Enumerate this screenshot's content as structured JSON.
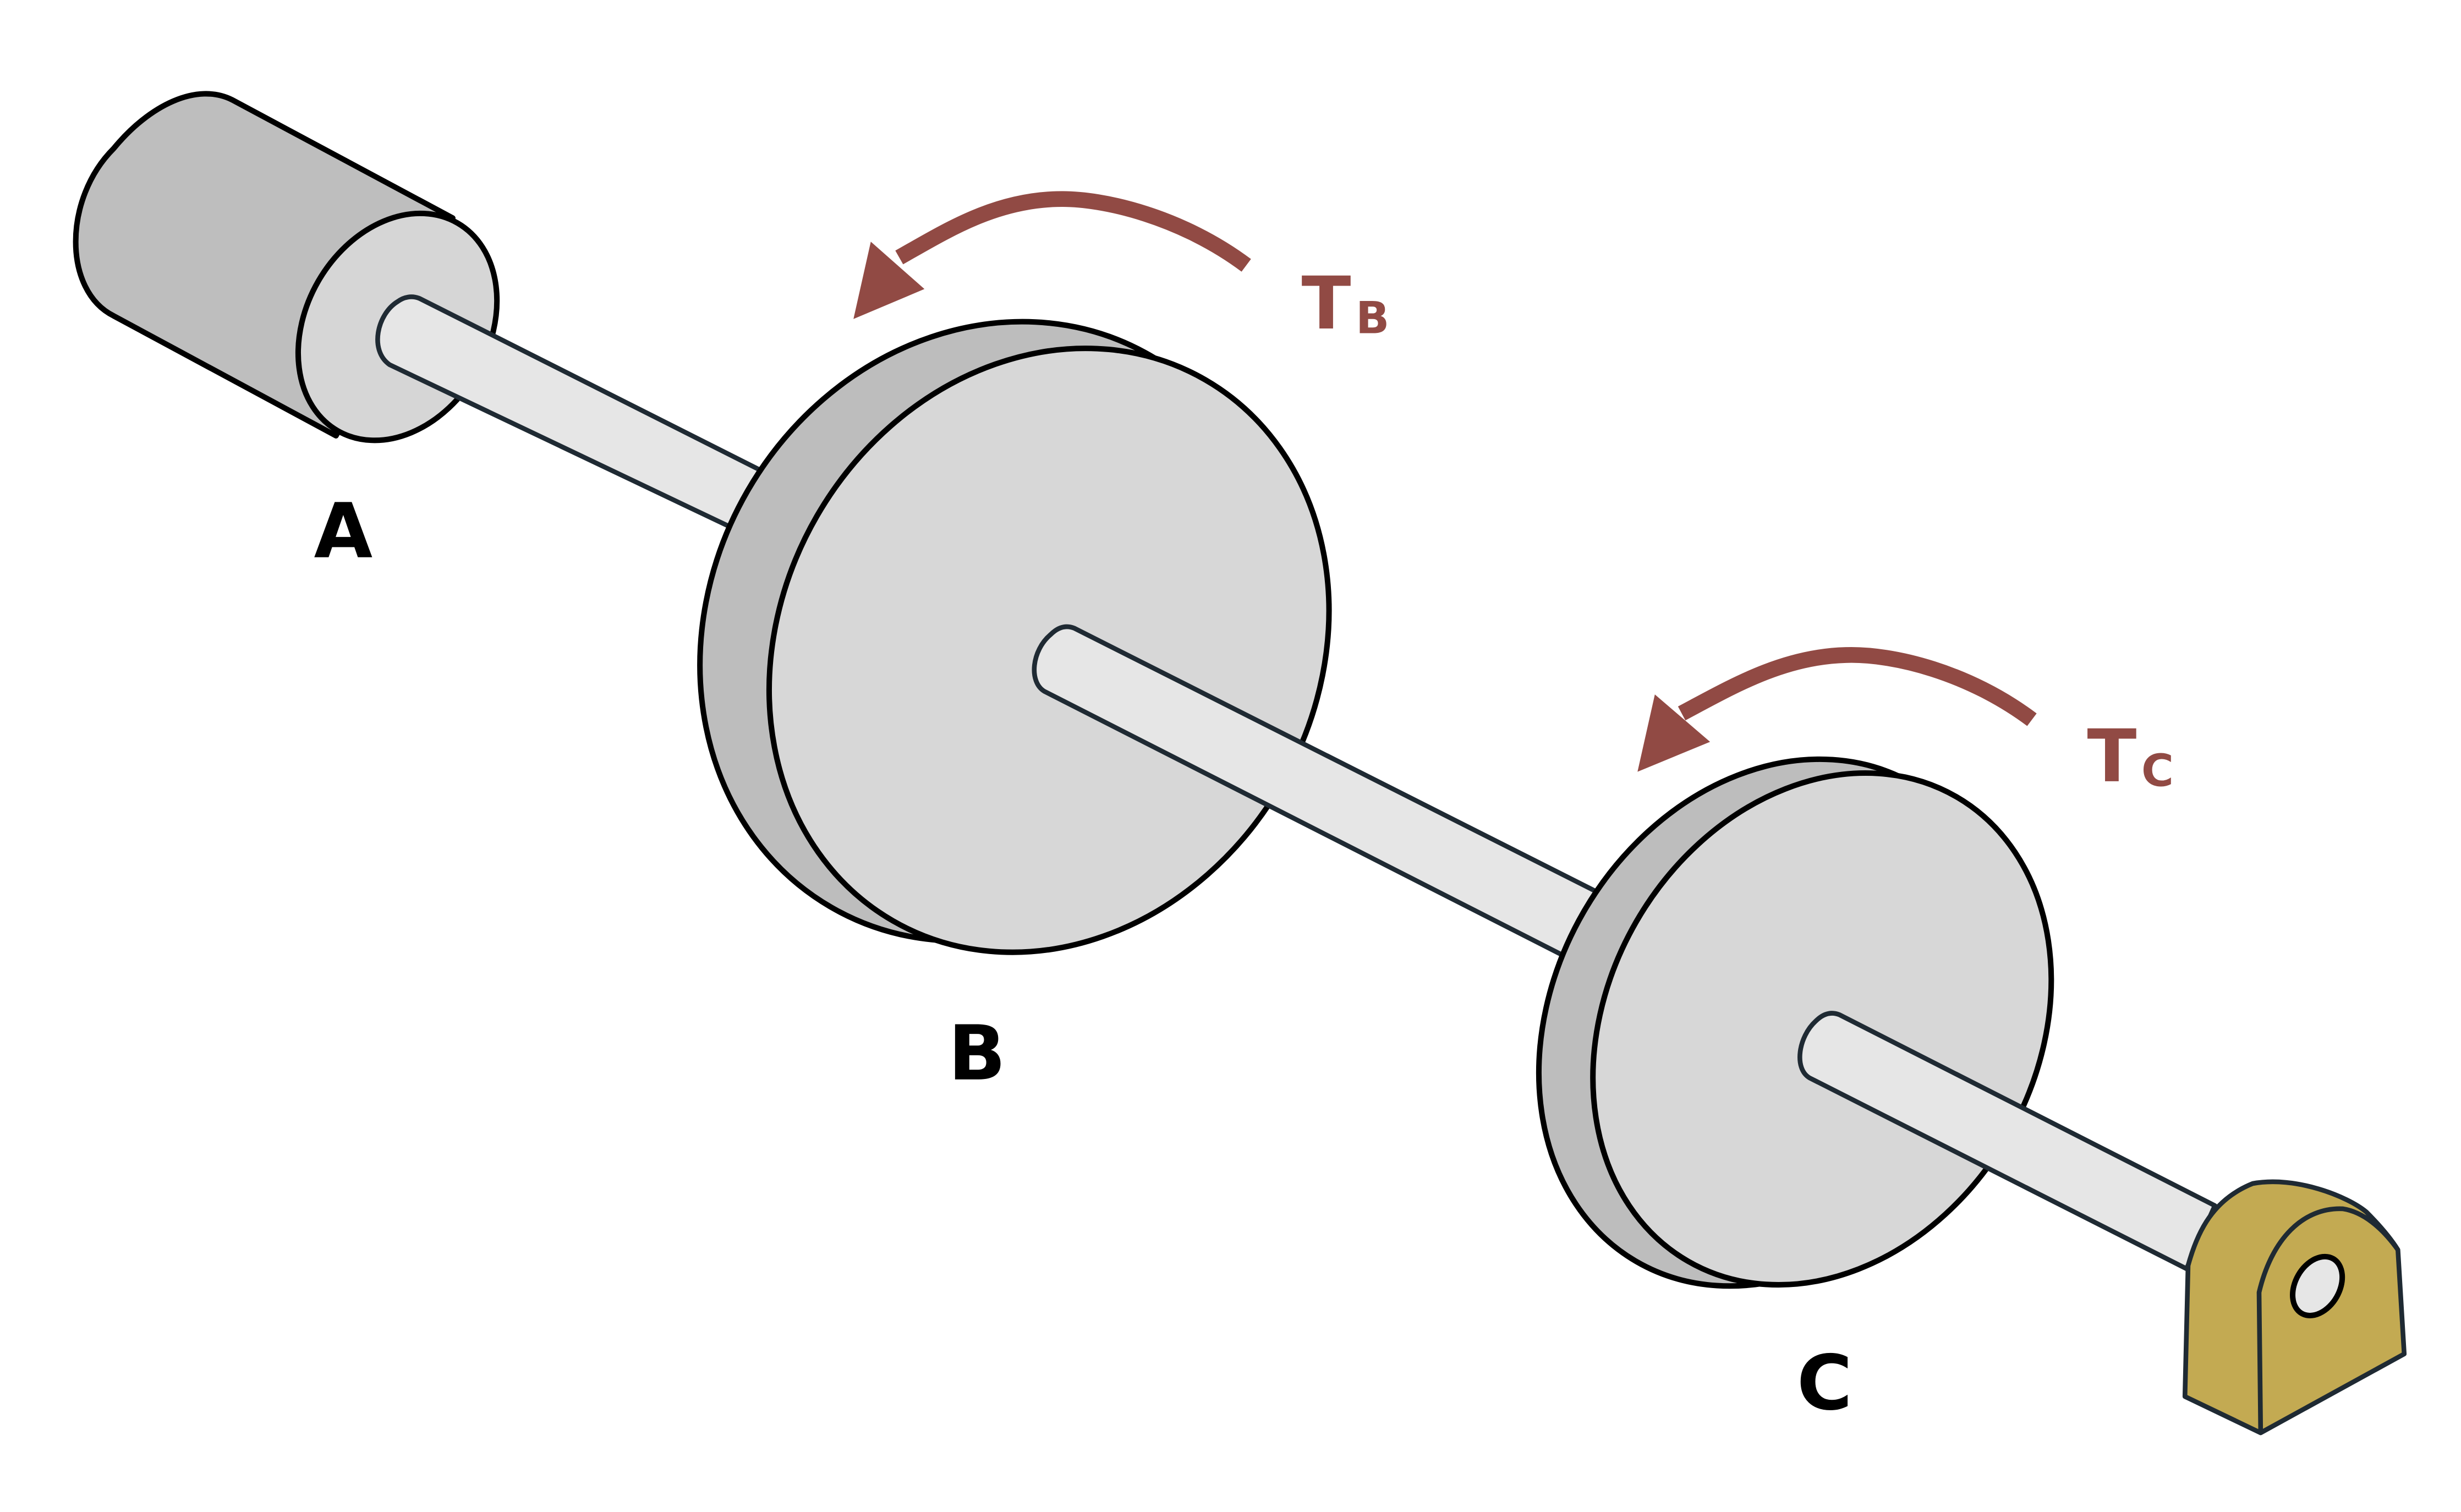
{
  "labels": {
    "a": "A",
    "b": "B",
    "c": "C"
  },
  "torques": {
    "b": {
      "main": "T",
      "sub": "B"
    },
    "c": {
      "main": "T",
      "sub": "C"
    }
  },
  "colors": {
    "outline": "#000000",
    "shaft_outline": "#1f2a33",
    "shaft_fill": "#e6e6e6",
    "disk_face": "#d7d7d7",
    "disk_rim": "#bdbdbd",
    "cylinder_side": "#bebebe",
    "cylinder_face": "#d6d6d6",
    "support_fill": "#c3aa52",
    "torque_arrow": "#914a44",
    "label_text": "#000000"
  },
  "icons": {
    "torque_b": "curved-arrow-icon",
    "torque_c": "curved-arrow-icon",
    "support": "fixed-bearing-support-icon"
  }
}
